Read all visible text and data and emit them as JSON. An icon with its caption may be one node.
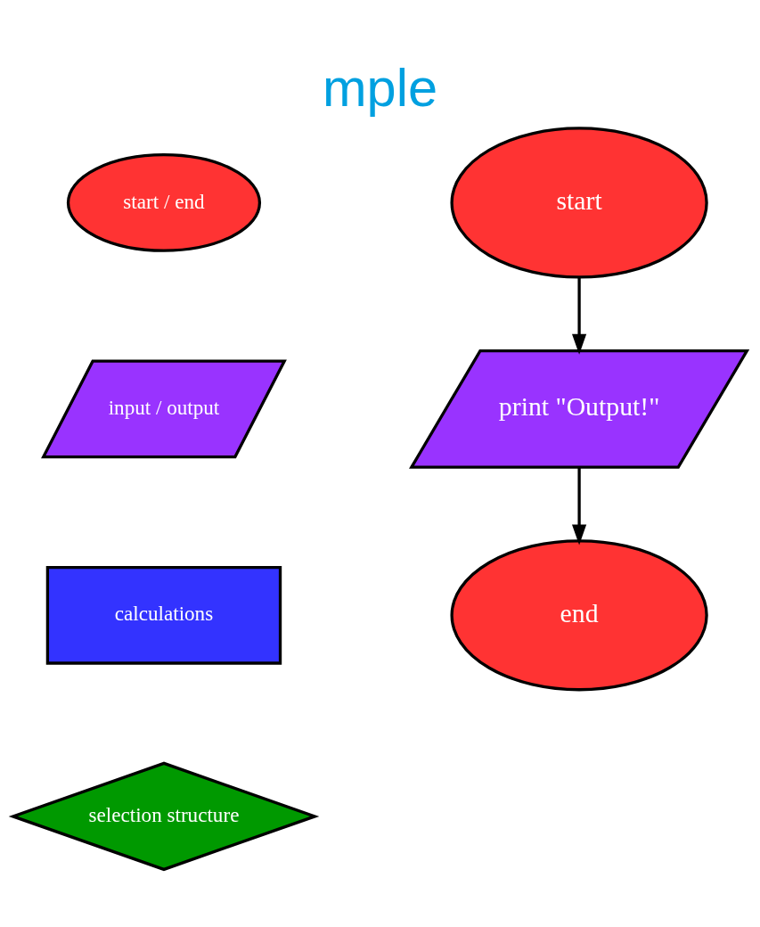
{
  "diagram": {
    "title": "mple",
    "nodes": [
      {
        "text": [
          "start / end"
        ]
      },
      {
        "text": [
          "input / output"
        ]
      },
      {
        "text": [
          "calculations"
        ]
      },
      {
        "text": [
          "selection structure"
        ]
      },
      {
        "text": [
          "start"
        ]
      },
      {
        "text": [
          "print \"Output!\""
        ]
      },
      {
        "text": [
          "end"
        ]
      }
    ],
    "edges": [
      {
        "from": 4,
        "to": 5,
        "arrow": "to"
      },
      {
        "from": 5,
        "to": 6,
        "arrow": "to"
      }
    ]
  }
}
